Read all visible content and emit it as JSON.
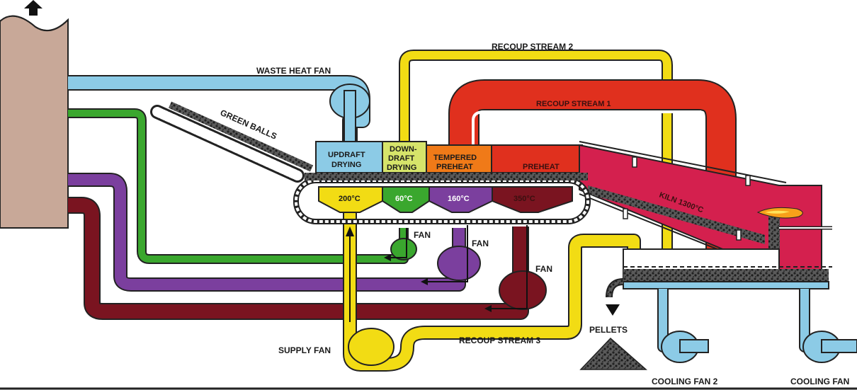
{
  "labels": {
    "waste_heat_fan": "WASTE HEAT FAN",
    "green_balls": "GREEN BALLS",
    "recoup_stream_1": "RECOUP STREAM 1",
    "recoup_stream_2": "RECOUP STREAM 2",
    "recoup_stream_3": "RECOUP STREAM 3",
    "updraft": "UPDRAFT",
    "drying_1": "DRYING",
    "down": "DOWN-",
    "draft": "DRAFT",
    "drying_2": "DRYING",
    "tempered": "TEMPERED",
    "preheat_1": "PREHEAT",
    "preheat_2": "PREHEAT",
    "temp_200": "200°C",
    "temp_60": "60°C",
    "temp_160": "160°C",
    "temp_350": "350°C",
    "kiln": "KILN 1300°C",
    "fan_1": "FAN",
    "fan_2": "FAN",
    "fan_3": "FAN",
    "supply_fan": "SUPPLY FAN",
    "pellets": "PELLETS",
    "cooling_fan_2": "COOLING FAN 2",
    "cooling_fan": "COOLING FAN"
  },
  "colors": {
    "stack": "#c8a898",
    "waste_heat": "#8ccbe6",
    "green": "#3aa72e",
    "purple": "#7b3f9e",
    "maroon": "#7a1420",
    "yellow": "#f2dc14",
    "red": "#e0301e",
    "kiln": "#d4204e",
    "orange": "#f07a18",
    "cooling": "#8ccbe6"
  }
}
